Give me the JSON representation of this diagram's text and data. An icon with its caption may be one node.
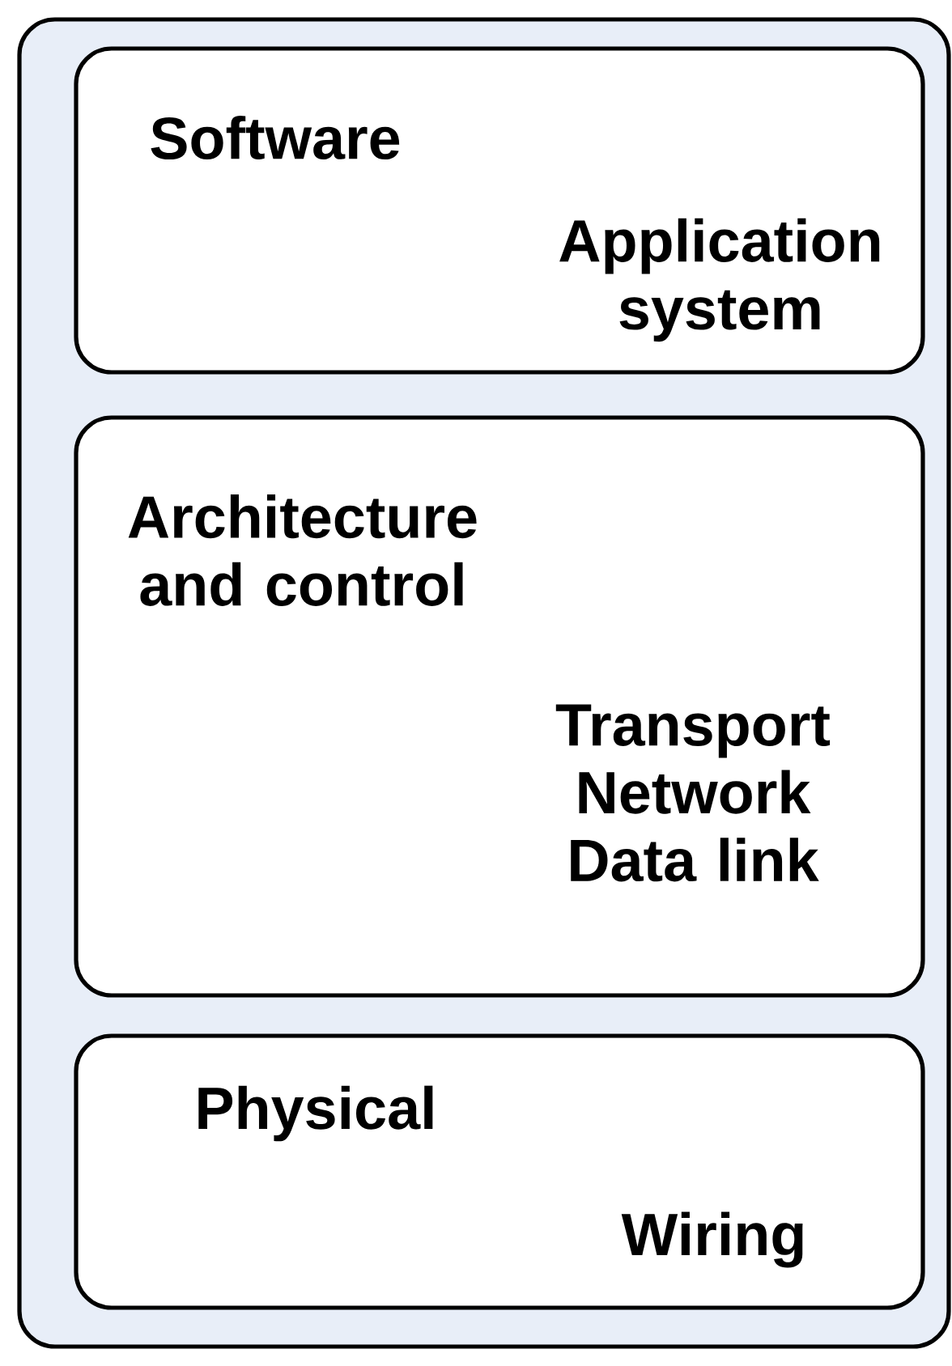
{
  "diagram": {
    "nodes": [
      {
        "text": [],
        "shape": "box"
      },
      {
        "text": [
          "Software",
          "Application system"
        ],
        "in": 0
      },
      {
        "text": [
          "Architecture and control",
          "Transport Network Data link"
        ],
        "in": 0
      },
      {
        "text": [
          "Physical",
          "Wiring"
        ],
        "in": 0
      }
    ]
  }
}
